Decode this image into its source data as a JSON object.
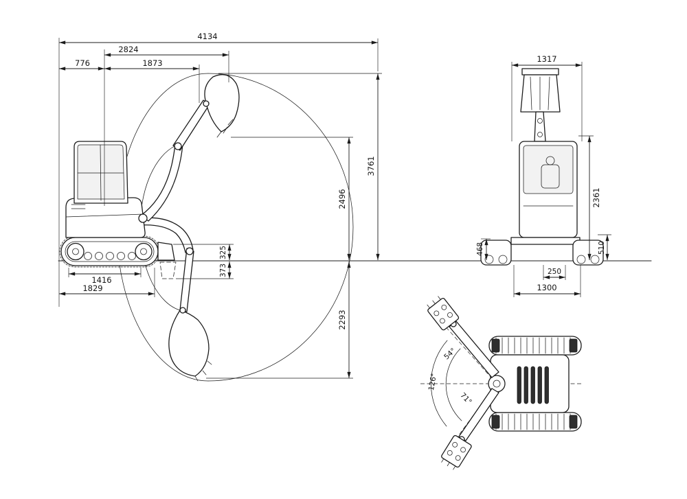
{
  "diagram": {
    "title": "Excavator dimensions and working range drawing",
    "colors": {
      "line": "#1b1b1b",
      "background": "#ffffff"
    },
    "side_view": {
      "d4134": "4134",
      "d2824": "2824",
      "d776": "776",
      "d1873": "1873",
      "d3761": "3761",
      "d2496": "2496",
      "d325": "325",
      "d373": "373",
      "d1416": "1416",
      "d1829": "1829",
      "d2293": "2293"
    },
    "rear_view": {
      "d1317": "1317",
      "d2361": "2361",
      "d468": "468",
      "d510": "510",
      "d250": "250",
      "d1300": "1300"
    },
    "top_view": {
      "a54": "54°",
      "a126": "126°",
      "a71": "71°"
    }
  }
}
